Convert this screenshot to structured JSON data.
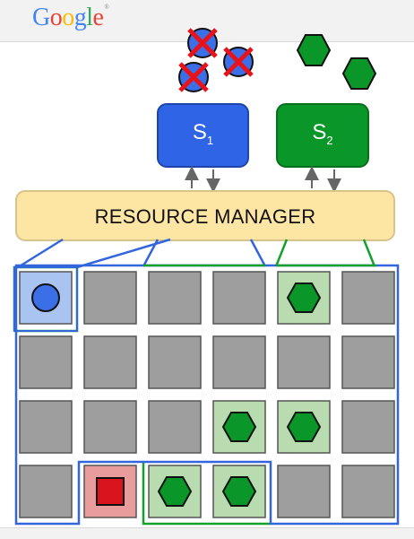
{
  "logo": {
    "letters": [
      {
        "ch": "G",
        "color": "#4285f4"
      },
      {
        "ch": "o",
        "color": "#ea4335"
      },
      {
        "ch": "o",
        "color": "#fbbc05"
      },
      {
        "ch": "g",
        "color": "#4285f4"
      },
      {
        "ch": "l",
        "color": "#34a853"
      },
      {
        "ch": "e",
        "color": "#ea4335"
      }
    ],
    "mark": "®"
  },
  "schedulers": [
    {
      "name": "S",
      "sub": "1",
      "color": "#2f64e6",
      "border": "#1f45a8"
    },
    {
      "name": "S",
      "sub": "2",
      "color": "#0a9628",
      "border": "#0a6e1f"
    }
  ],
  "resource_manager": {
    "label": "RESOURCE MANAGER",
    "fill": "#fde6a4",
    "border": "#d8c38a"
  },
  "colors": {
    "blue_task": "#3a6fe8",
    "green_task": "#0a9628",
    "red_task": "#d9141e",
    "blue_frame": "#3366dd",
    "green_frame": "#14a02c",
    "machine_gray": "#9e9e9e",
    "cell_blue": "#a9c4f0",
    "cell_green": "#b8dcb0",
    "cell_red": "#e89c9c",
    "arrow": "#666666"
  },
  "grid": {
    "rows": [
      [
        "blue-circle",
        "empty",
        "empty",
        "empty",
        "green-hexagon",
        "empty"
      ],
      [
        "empty",
        "empty",
        "empty",
        "empty",
        "empty",
        "empty"
      ],
      [
        "empty",
        "empty",
        "empty",
        "green-hexagon",
        "green-hexagon",
        "empty"
      ],
      [
        "empty",
        "red-square",
        "green-hexagon",
        "green-hexagon",
        "empty",
        "empty"
      ]
    ]
  },
  "pending_tasks": {
    "s1": [
      "rejected-circle",
      "rejected-circle",
      "rejected-circle"
    ],
    "s2": [
      "green-hexagon",
      "green-hexagon"
    ]
  }
}
